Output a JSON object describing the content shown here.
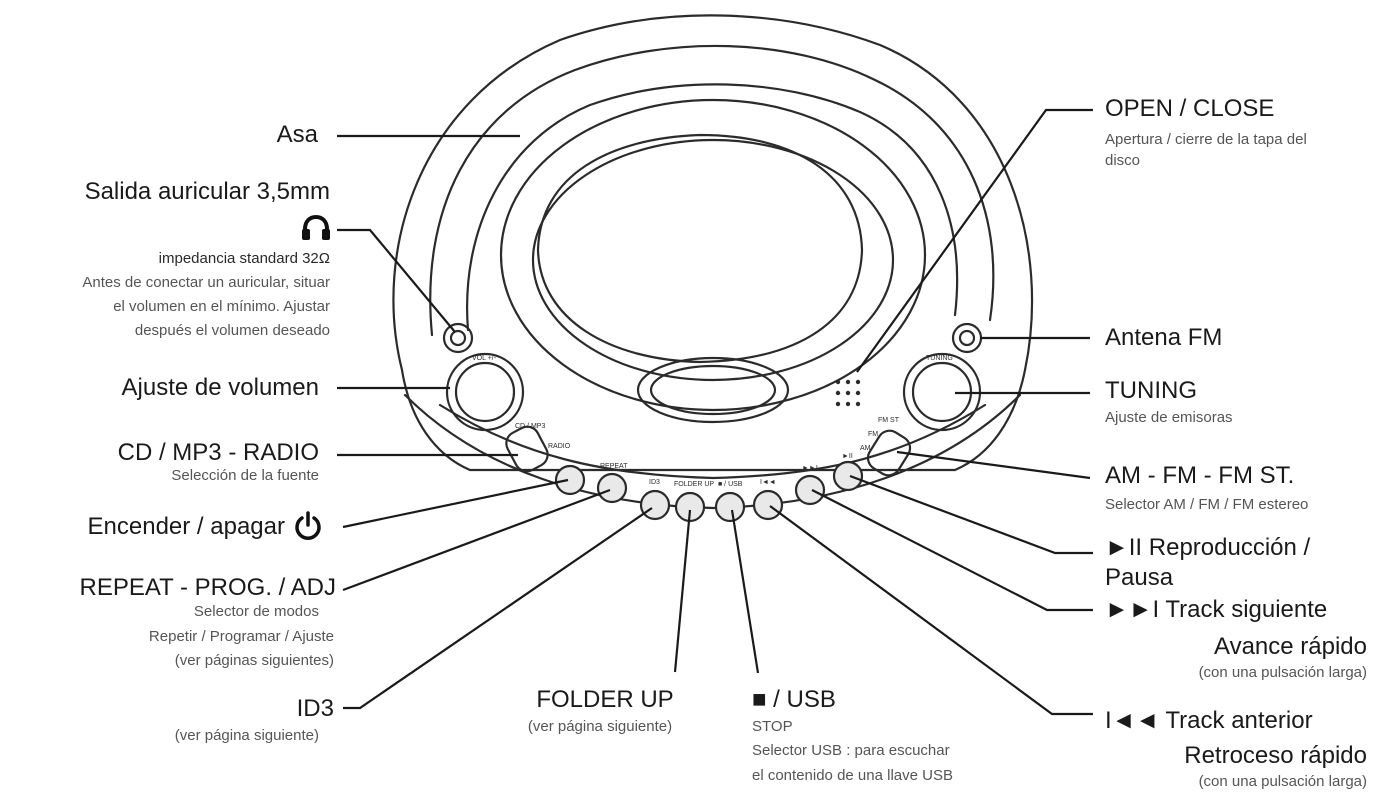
{
  "labels": {
    "asa": "Asa",
    "headphone_title": "Salida auricular 3,5mm",
    "headphone_impedance": "impedancia standard 32Ω",
    "headphone_note1": "Antes de conectar un auricular, situar",
    "headphone_note2": "el volumen en el mínimo. Ajustar",
    "headphone_note3": "después el volumen deseado",
    "volume": "Ajuste de volumen",
    "source_title": "CD / MP3 - RADIO",
    "source_sub": "Selección de la fuente",
    "power": "Encender / apagar",
    "repeat_title": "REPEAT - PROG. / ADJ",
    "repeat_sub1": "Selector de modos",
    "repeat_sub2": "Repetir / Programar / Ajuste",
    "repeat_sub3": "(ver páginas siguientes)",
    "id3_title": "ID3",
    "id3_sub": "(ver página siguiente)",
    "folder_title": "FOLDER UP",
    "folder_sub": "(ver página siguiente)",
    "stop_title": "■ / USB",
    "stop_sub1": "STOP",
    "stop_sub2": "Selector USB : para escuchar",
    "stop_sub3": "el contenido de una llave USB",
    "open_title": "OPEN / CLOSE",
    "open_sub1": "Apertura / cierre de la tapa del",
    "open_sub2": "disco",
    "antenna": "Antena FM",
    "tuning_title": "TUNING",
    "tuning_sub": "Ajuste de emisoras",
    "band_title": "AM - FM - FM ST.",
    "band_sub": "Selector AM / FM / FM estereo",
    "play_title1": "►II Reproducción /",
    "play_title2": "Pausa",
    "next_title": "►►I Track siguiente",
    "next_sub1": "Avance rápido",
    "next_sub2": "(con una pulsación larga)",
    "prev_title": "I◄◄ Track anterior",
    "prev_sub1": "Retroceso rápido",
    "prev_sub2": "(con una pulsación larga)"
  },
  "device_marks": {
    "vol": "VOL +/-",
    "tuning": "TUNING",
    "cd_radio": "CD / MP3",
    "radio": "RADIO",
    "repeat": "REPEAT",
    "id3": "ID3",
    "folder": "FOLDER UP",
    "usb": "■ / USB",
    "prev": "I◄◄",
    "next": "►►I",
    "play": "►II",
    "fmst": "FM ST",
    "fm": "FM",
    "am": "AM"
  },
  "icons": [
    "headphone-icon",
    "power-icon"
  ],
  "colors": {
    "line": "#1a1a1a",
    "device": "#2b2b2b",
    "button_fill": "#e9e9e9",
    "text_muted": "#555555"
  }
}
